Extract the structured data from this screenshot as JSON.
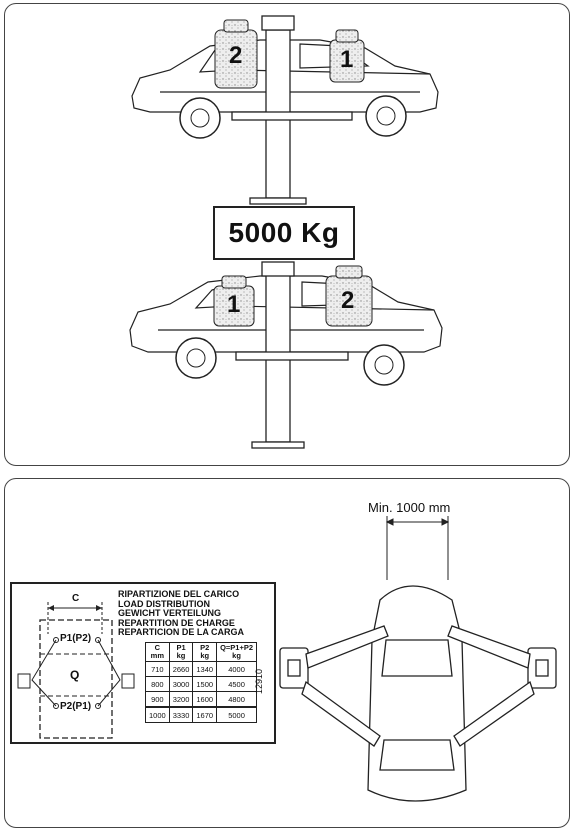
{
  "capacity_label": "5000 Kg",
  "top_figure": {
    "upper_car": {
      "weight_left": "2",
      "weight_right": "1"
    },
    "lower_car": {
      "weight_left": "1",
      "weight_right": "2"
    }
  },
  "bottom_figure": {
    "min_distance_label": "Min. 1000 mm",
    "plate": {
      "titles": [
        "RIPARTIZIONE DEL CARICO",
        "LOAD DISTRIBUTION",
        "GEWICHT VERTEILUNG",
        "REPARTITION DE CHARGE",
        "REPARTICION DE LA CARGA"
      ],
      "diagram_labels": {
        "c": "C",
        "p1p2": "P1(P2)",
        "q": "Q",
        "p2p1": "P2(P1)"
      },
      "table": {
        "headers": [
          [
            "C",
            "mm"
          ],
          [
            "P1",
            "kg"
          ],
          [
            "P2",
            "kg"
          ],
          [
            "Q=P1+P2",
            "kg"
          ]
        ],
        "rows": [
          [
            "710",
            "2660",
            "1340",
            "4000"
          ],
          [
            "800",
            "3000",
            "1500",
            "4500"
          ],
          [
            "900",
            "3200",
            "1600",
            "4800"
          ],
          [
            "1000",
            "3330",
            "1670",
            "5000"
          ]
        ]
      },
      "code": "12910"
    }
  }
}
